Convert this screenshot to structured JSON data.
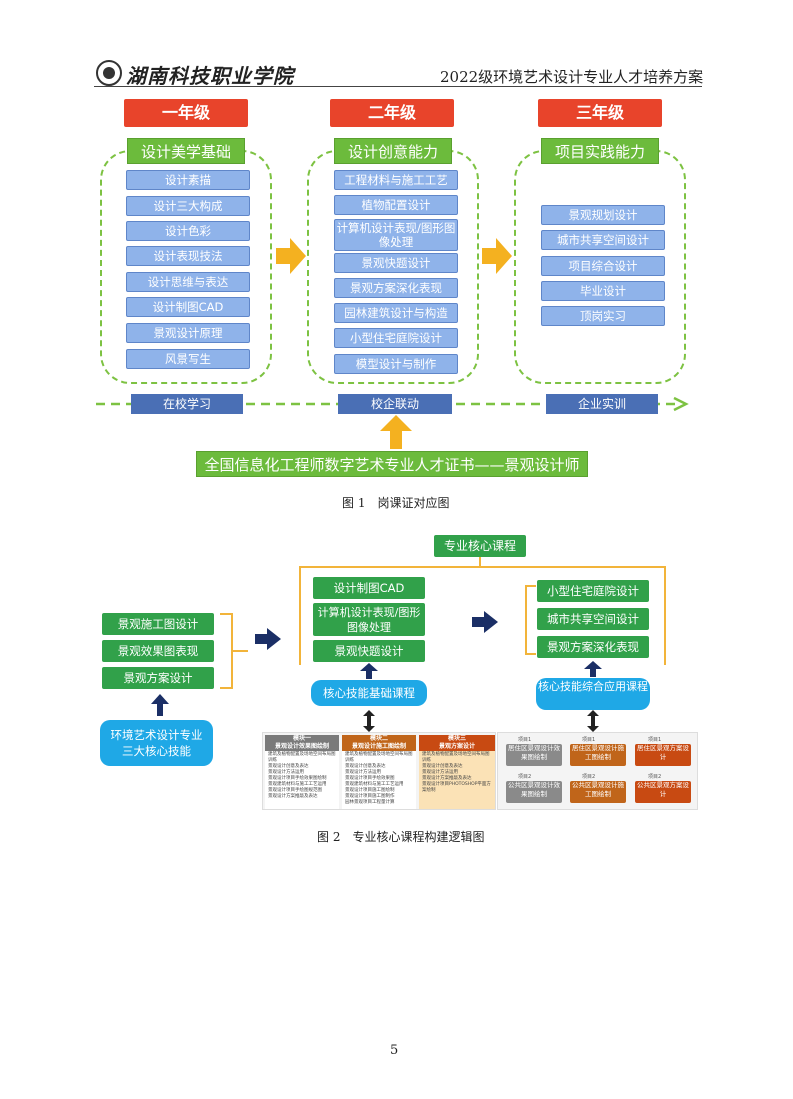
{
  "header": {
    "school_name": "湖南科技职业学院",
    "doc_title": "2022级环境艺术设计专业人才培养方案"
  },
  "figure1": {
    "years": [
      "一年级",
      "二年级",
      "三年级"
    ],
    "col1": {
      "title": "设计美学基础",
      "items": [
        "设计素描",
        "设计三大构成",
        "设计色彩",
        "设计表现技法",
        "设计思维与表达",
        "设计制图CAD",
        "景观设计原理",
        "风景写生"
      ]
    },
    "col2": {
      "title": "设计创意能力",
      "items": [
        "工程材料与施工工艺",
        "植物配置设计",
        "计算机设计表现/图形图像处理",
        "景观快题设计",
        "景观方案深化表现",
        "园林建筑设计与构造",
        "小型住宅庭院设计",
        "模型设计与制作"
      ]
    },
    "col3": {
      "title": "项目实践能力",
      "items": [
        "景观规划设计",
        "城市共享空间设计",
        "项目综合设计",
        "毕业设计",
        "顶岗实习"
      ]
    },
    "stages": [
      "在校学习",
      "校企联动",
      "企业实训"
    ],
    "cert": "全国信息化工程师数字艺术专业人才证书——景观设计师",
    "caption": "图 1　岗课证对应图"
  },
  "figure2": {
    "top_title": "专业核心课程",
    "left_items": [
      "景观施工图设计",
      "景观效果图表现",
      "景观方案设计"
    ],
    "left_core": "环境艺术设计专业三大核心技能",
    "mid_items": [
      "设计制图CAD",
      "计算机设计表现/图形图像处理",
      "景观快题设计"
    ],
    "mid_core": "核心技能基础课程",
    "right_items": [
      "小型住宅庭院设计",
      "城市共享空间设计",
      "景观方案深化表现"
    ],
    "right_core": "核心技能综合应用课程",
    "modules": [
      {
        "name": "模块一",
        "sub": "景观设计效果图绘制",
        "color": "#7a7a7a",
        "lines": [
          "建筑及植物配置及场地空间布局图训练",
          "景观设计创意及表达",
          "景观设计方法运用",
          "景观设计项目手绘效果图绘制",
          "景观建筑材料与施工工艺运用",
          "景观设计项目手绘图规范图",
          "景观设计方案推敲及表达"
        ]
      },
      {
        "name": "模块二",
        "sub": "景观设计施工图绘制",
        "color": "#c0651a",
        "lines": [
          "建筑及植物配置及场地空间布局图训练",
          "景观设计创意及表达",
          "景观设计方法运用",
          "景观设计项目手绘效果图",
          "景观建筑材料与施工工艺运用",
          "景观设计项目施工图绘制",
          "景观设计项目施工图制作",
          "园林景观项目工程量计算"
        ]
      },
      {
        "name": "模块三",
        "sub": "景观方案设计",
        "color": "#c84a12",
        "lines": [
          "建筑及植物配置及场地空间布局图训练",
          "景观设计创意及表达",
          "景观设计方法运用",
          "景观设计方案推敲及表达",
          "景观设计项目PHOTOSHOP平面方案绘制"
        ]
      }
    ],
    "projects": [
      {
        "tag": "项目1",
        "text": "居住区景观设计效果图绘制",
        "color": "#8a8a8a"
      },
      {
        "tag": "项目1",
        "text": "居住区景观设计施工图绘制",
        "color": "#c0651a"
      },
      {
        "tag": "项目1",
        "text": "居住区景观方案设计",
        "color": "#c84a12"
      },
      {
        "tag": "项目2",
        "text": "公共区景观设计效果图绘制",
        "color": "#8a8a8a"
      },
      {
        "tag": "项目2",
        "text": "公共区景观设计施工图绘制",
        "color": "#c0651a"
      },
      {
        "tag": "项目2",
        "text": "公共区景观方案设计",
        "color": "#c84a12"
      }
    ],
    "caption": "图 2　专业核心课程构建逻辑图"
  },
  "page_number": "5"
}
